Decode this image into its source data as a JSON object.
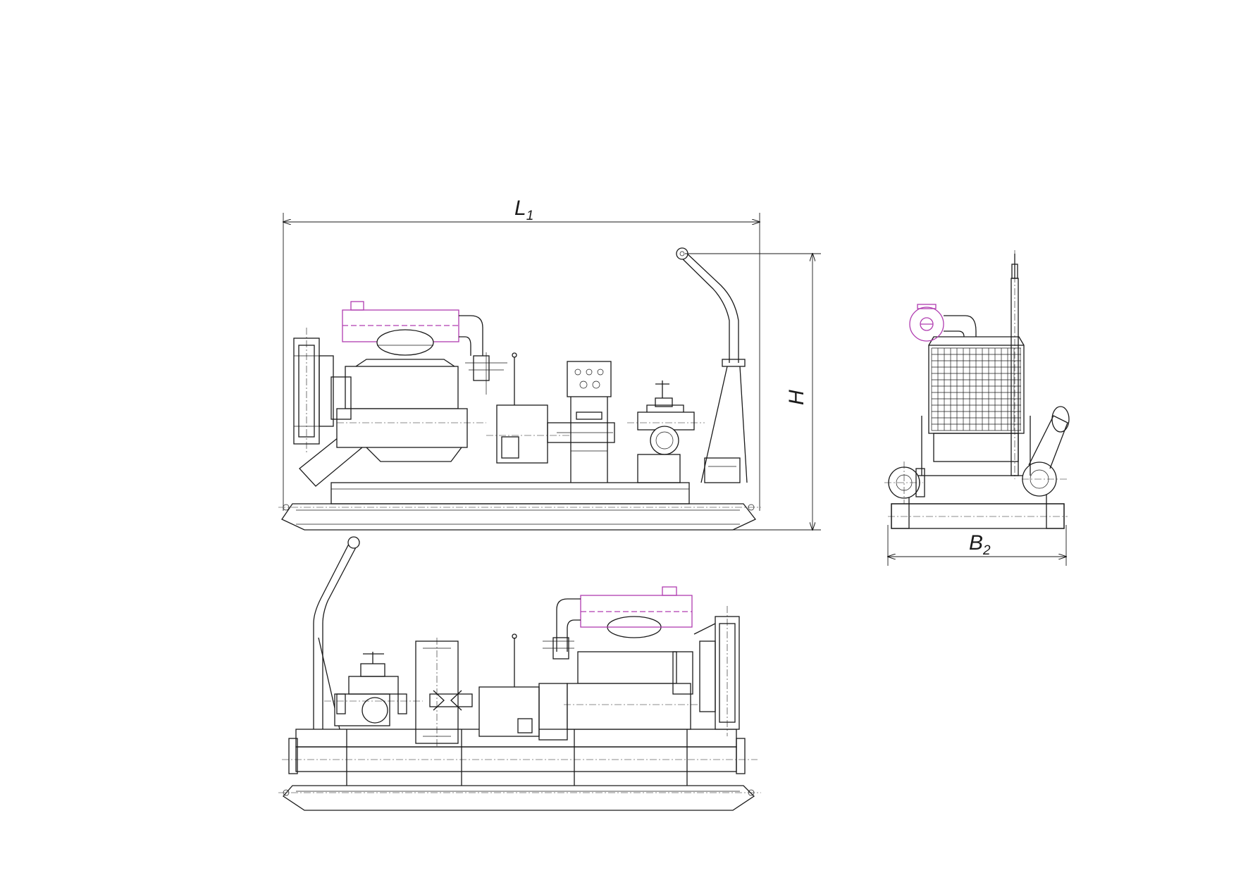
{
  "dimensions": {
    "length": {
      "letter": "L",
      "subscript": "1"
    },
    "height": {
      "letter": "H"
    },
    "width": {
      "letter": "B",
      "subscript": "2"
    }
  },
  "colors": {
    "line": "#1a1a1a",
    "air_filter_highlight": "#b03cb0",
    "background": "#ffffff"
  }
}
